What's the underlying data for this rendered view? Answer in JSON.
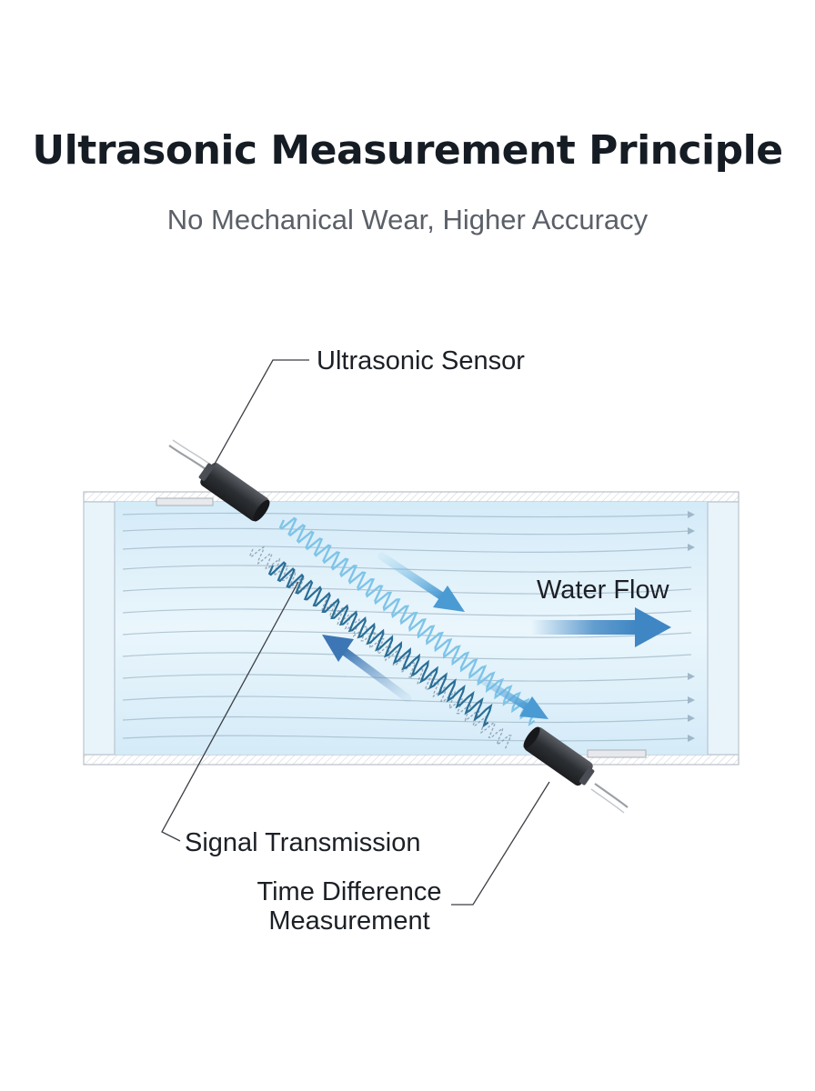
{
  "header": {
    "title": "Ultrasonic Measurement Principle",
    "subtitle": "No Mechanical Wear, Higher Accuracy"
  },
  "labels": {
    "sensor": "Ultrasonic Sensor",
    "flow": "Water Flow",
    "signal": "Signal Transmission",
    "time_line1": "Time Difference",
    "time_line2": "Measurement"
  },
  "colors": {
    "water": "#dff0fa",
    "wave_light": "#7fc4e8",
    "wave_dark": "#2b6f97",
    "arrow": "#3f86c4",
    "sensor": "#3a3d42"
  }
}
